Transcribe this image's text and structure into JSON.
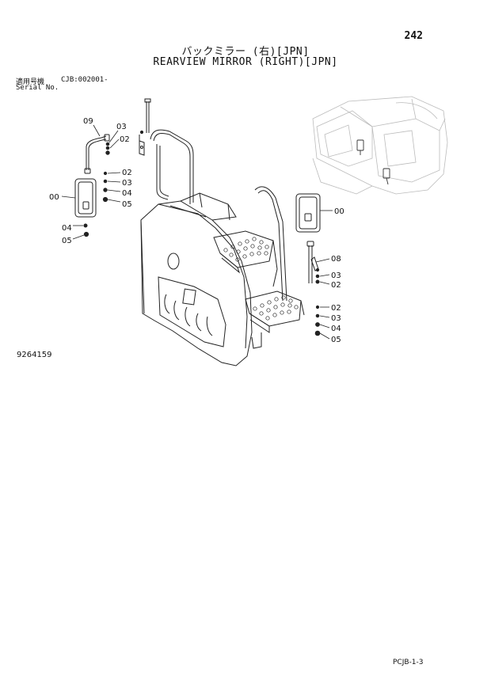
{
  "page_number": "242",
  "title_jp": "バックミラー (右)[JPN]",
  "title_en": "REARVIEW MIRROR (RIGHT)[JPN]",
  "serial": {
    "label_jp": "適用号機",
    "label_en": "Serial No.",
    "value": "CJB:002001-"
  },
  "figure_number": "9264159",
  "catalog_code": "PCJB-1-3",
  "part_labels": {
    "left_stay": "09",
    "left_screw": "03",
    "left_washer": "02",
    "left_mirror_washer_a": "02",
    "left_mirror_screw": "03",
    "left_mirror_nut": "04",
    "left_mirror_bolt": "05",
    "left_mirror": "00",
    "left_lower_nut": "04",
    "left_lower_bolt": "05",
    "right_mirror": "00",
    "right_stay": "08",
    "right_upper_screw": "03",
    "right_upper_washer": "02",
    "right_lower_washer": "02",
    "right_lower_screw": "03",
    "right_lower_nut": "04",
    "right_lower_bolt": "05"
  }
}
